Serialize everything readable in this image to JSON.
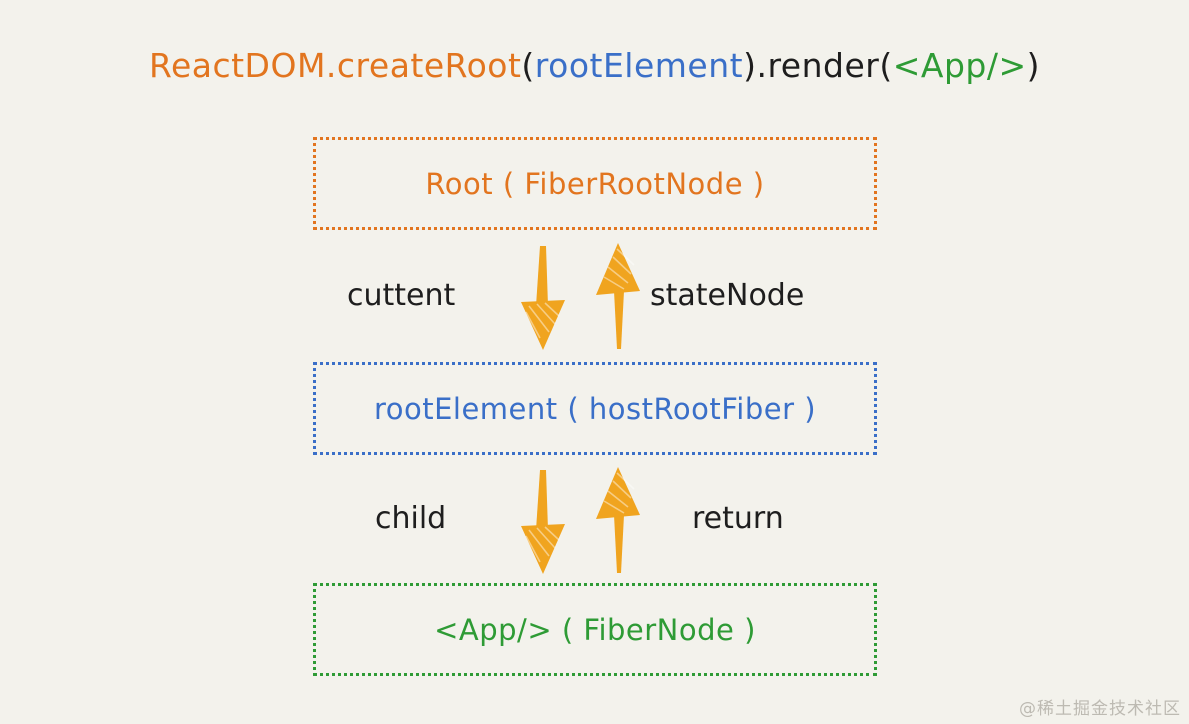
{
  "title": {
    "segments": [
      {
        "text": "ReactDOM.createRoot",
        "color": "orange"
      },
      {
        "text": "(",
        "color": "dark"
      },
      {
        "text": "rootElement",
        "color": "blue"
      },
      {
        "text": ").render(",
        "color": "dark"
      },
      {
        "text": "<App/>",
        "color": "green"
      },
      {
        "text": ")",
        "color": "dark"
      }
    ]
  },
  "nodes": [
    {
      "label": "Root ( FiberRootNode )",
      "color": "orange"
    },
    {
      "label": "rootElement ( hostRootFiber )",
      "color": "blue"
    },
    {
      "label": "<App/> ( FiberNode )",
      "color": "green"
    }
  ],
  "edges": [
    {
      "down_label": "cuttent",
      "up_label": "stateNode"
    },
    {
      "down_label": "child",
      "up_label": "return"
    }
  ],
  "watermark": "@稀土掘金技术社区",
  "colors": {
    "background": "#f3f2ec",
    "orange": "#e2751f",
    "blue": "#3a6fc8",
    "green": "#2e9b35",
    "arrow": "#f0a41f",
    "text_dark": "#1e1e1e",
    "watermark": "#bdbab2"
  }
}
